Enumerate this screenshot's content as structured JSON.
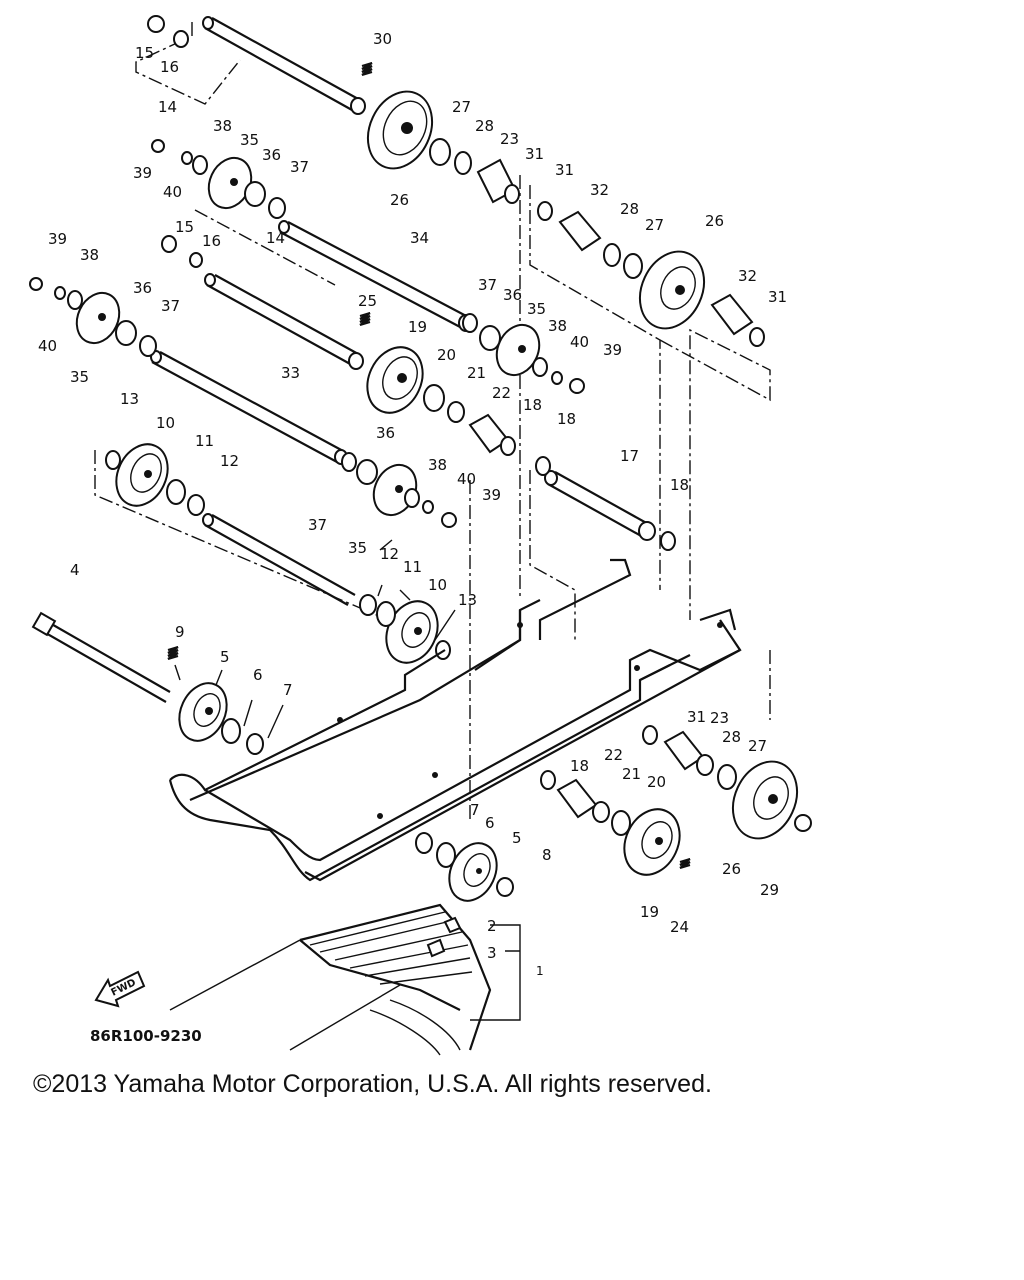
{
  "diagram": {
    "code": "86R100-9230",
    "arrow_label": "FWD",
    "callouts": [
      {
        "label": "15"
      },
      {
        "label": "16"
      },
      {
        "label": "14"
      },
      {
        "label": "30"
      },
      {
        "label": "27"
      },
      {
        "label": "28"
      },
      {
        "label": "23"
      },
      {
        "label": "31"
      },
      {
        "label": "26"
      },
      {
        "label": "38"
      },
      {
        "label": "35"
      },
      {
        "label": "36"
      },
      {
        "label": "37"
      },
      {
        "label": "39"
      },
      {
        "label": "40"
      },
      {
        "label": "31"
      },
      {
        "label": "32"
      },
      {
        "label": "28"
      },
      {
        "label": "27"
      },
      {
        "label": "26"
      },
      {
        "label": "15"
      },
      {
        "label": "16"
      },
      {
        "label": "14"
      },
      {
        "label": "34"
      },
      {
        "label": "39"
      },
      {
        "label": "38"
      },
      {
        "label": "36"
      },
      {
        "label": "37"
      },
      {
        "label": "40"
      },
      {
        "label": "35"
      },
      {
        "label": "25"
      },
      {
        "label": "37"
      },
      {
        "label": "36"
      },
      {
        "label": "35"
      },
      {
        "label": "32"
      },
      {
        "label": "31"
      },
      {
        "label": "19"
      },
      {
        "label": "20"
      },
      {
        "label": "38"
      },
      {
        "label": "40"
      },
      {
        "label": "39"
      },
      {
        "label": "33"
      },
      {
        "label": "21"
      },
      {
        "label": "22"
      },
      {
        "label": "18"
      },
      {
        "label": "18"
      },
      {
        "label": "13"
      },
      {
        "label": "10"
      },
      {
        "label": "11"
      },
      {
        "label": "12"
      },
      {
        "label": "36"
      },
      {
        "label": "17"
      },
      {
        "label": "38"
      },
      {
        "label": "40"
      },
      {
        "label": "39"
      },
      {
        "label": "37"
      },
      {
        "label": "18"
      },
      {
        "label": "35"
      },
      {
        "label": "12"
      },
      {
        "label": "11"
      },
      {
        "label": "10"
      },
      {
        "label": "13"
      },
      {
        "label": "4"
      },
      {
        "label": "9"
      },
      {
        "label": "5"
      },
      {
        "label": "6"
      },
      {
        "label": "7"
      },
      {
        "label": "31"
      },
      {
        "label": "23"
      },
      {
        "label": "28"
      },
      {
        "label": "27"
      },
      {
        "label": "22"
      },
      {
        "label": "18"
      },
      {
        "label": "21"
      },
      {
        "label": "20"
      },
      {
        "label": "7"
      },
      {
        "label": "6"
      },
      {
        "label": "5"
      },
      {
        "label": "8"
      },
      {
        "label": "26"
      },
      {
        "label": "29"
      },
      {
        "label": "19"
      },
      {
        "label": "24"
      },
      {
        "label": "2"
      },
      {
        "label": "3"
      },
      {
        "label": "1"
      }
    ]
  },
  "footer": {
    "copyright": "©2013 Yamaha Motor Corporation, U.S.A. All rights reserved."
  }
}
